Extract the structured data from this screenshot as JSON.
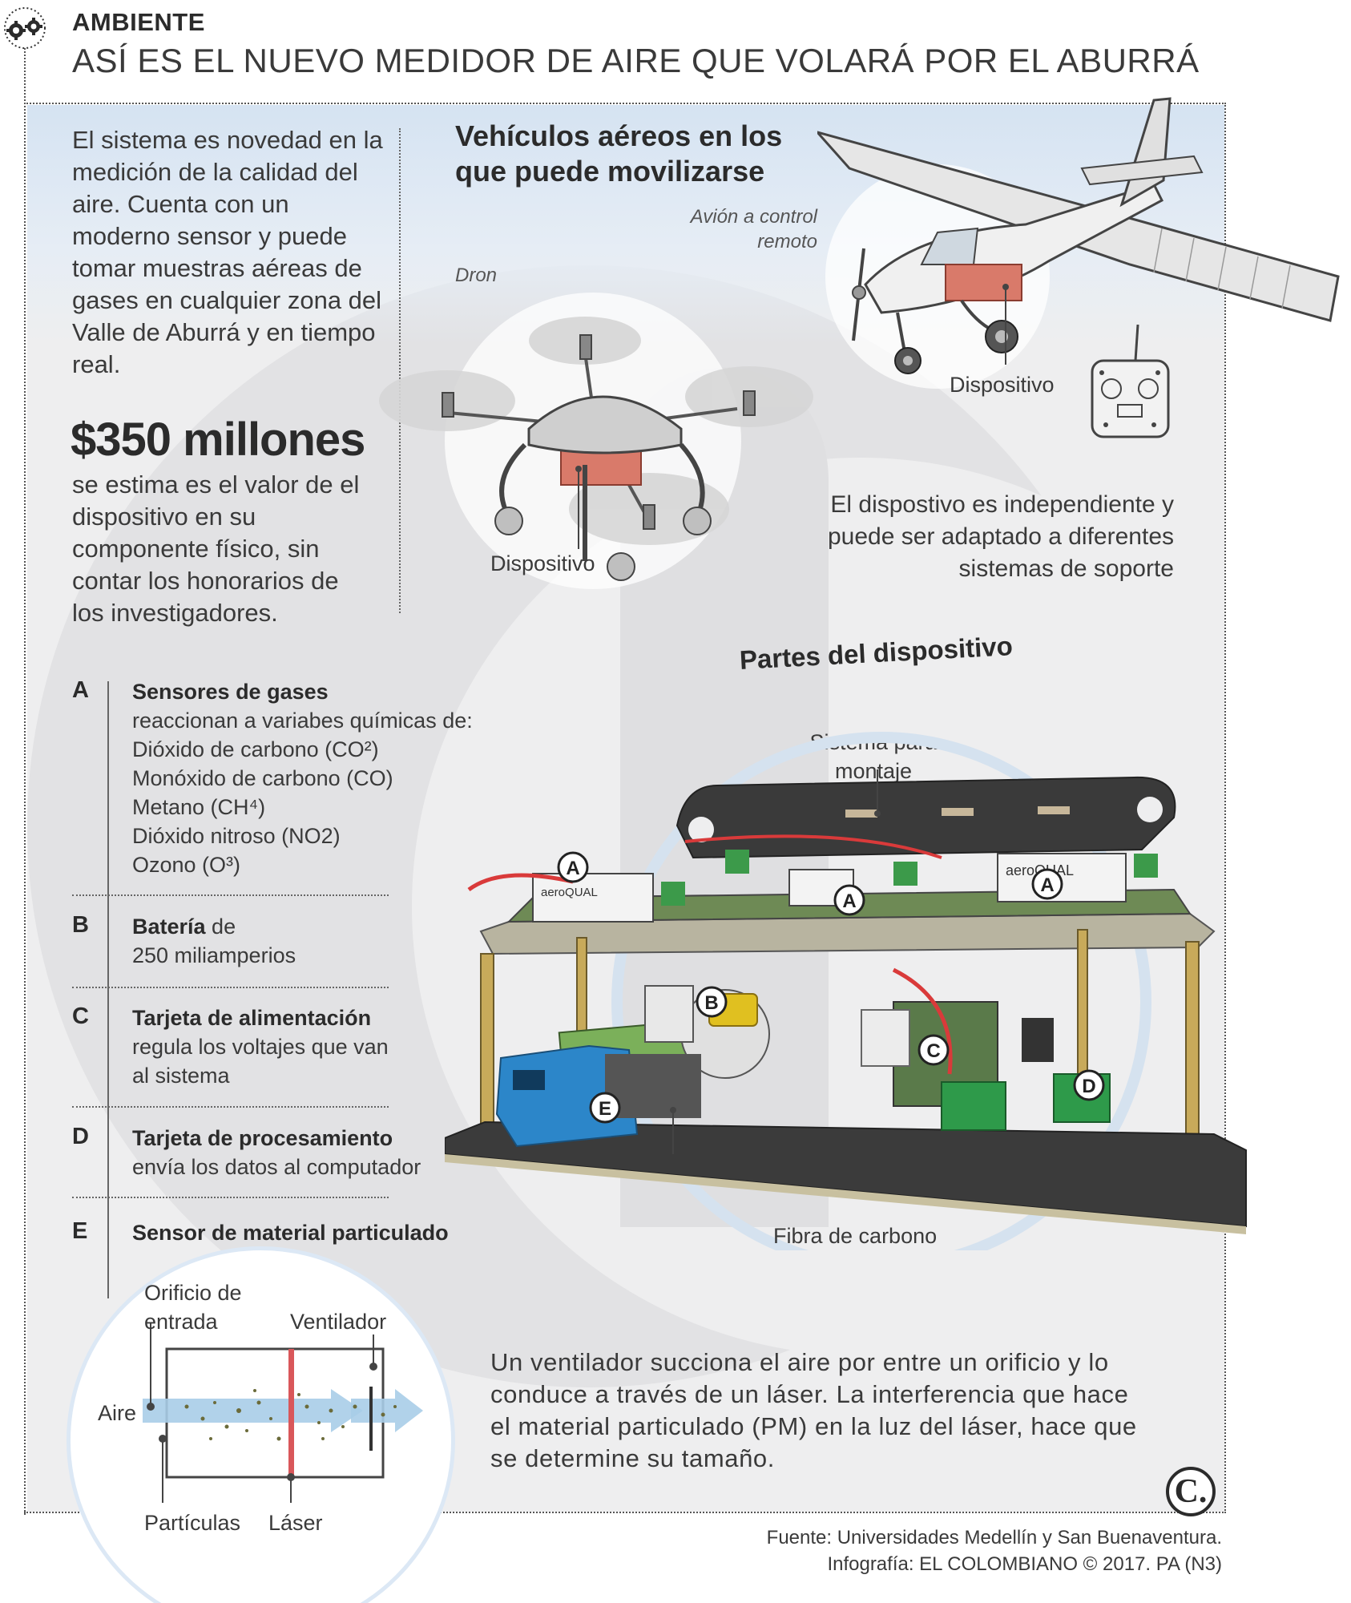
{
  "header": {
    "section": "AMBIENTE",
    "title": "ASÍ ES EL NUEVO MEDIDOR DE AIRE QUE VOLARÁ POR EL ABURRÁ"
  },
  "intro": {
    "text": "El sistema es novedad en la medición de la calidad del aire. Cuenta con un moderno sensor y puede tomar muestras aéreas de gases en cualquier zona del Valle de Aburrá y en tiempo real."
  },
  "cost": {
    "value": "$350 millones",
    "description": "se estima es el valor de el dispositivo en su componente físico, sin contar los honorarios de los investigadores."
  },
  "vehicles": {
    "title": "Vehículos aéreos en los que puede movilizarse",
    "plane_label": "Avión a control remoto",
    "drone_label": "Dron",
    "device_label_drone": "Dispositivo",
    "device_label_plane": "Dispositivo",
    "note": "El dispostivo es independiente y puede ser adaptado a diferentes sistemas de soporte"
  },
  "device": {
    "title": "Partes del dispositivo",
    "mount_label": "Sistema para montaje",
    "carbon_label": "Fibra de carbono",
    "brand": "aeroQUAL",
    "markers": [
      "A",
      "A",
      "A",
      "B",
      "C",
      "D",
      "E"
    ]
  },
  "parts": [
    {
      "letter": "A",
      "title": "Sensores de gases",
      "lines": [
        "reaccionan a variabes químicas de:",
        "Dióxido de carbono (CO²)",
        "Monóxido de carbono (CO)",
        "Metano (CH⁴)",
        "Dióxido nitroso (NO2)",
        "Ozono (O³)"
      ]
    },
    {
      "letter": "B",
      "title": "Batería",
      "title_suffix": " de",
      "lines": [
        "250 miliamperios"
      ]
    },
    {
      "letter": "C",
      "title": "Tarjeta de alimentación",
      "lines": [
        "regula los voltajes que van",
        "al sistema"
      ]
    },
    {
      "letter": "D",
      "title": "Tarjeta de procesamiento",
      "lines": [
        "envía los datos al computador"
      ]
    },
    {
      "letter": "E",
      "title": "Sensor de material particulado",
      "lines": []
    }
  ],
  "pm_diagram": {
    "inlet_label": "Orificio de entrada",
    "fan_label": "Ventilador",
    "air_label": "Aire",
    "particles_label": "Partículas",
    "laser_label": "Láser",
    "colors": {
      "arrow": "#a9cde8",
      "laser": "#d9575a",
      "particle": "#6b6b3a"
    }
  },
  "fan_text": "Un ventilador succiona el aire por entre un orificio y lo conduce a través de un láser. La interferencia que hace el material particulado (PM) en la luz del láser, hace que se determine su tamaño.",
  "footer": {
    "logo": "C.",
    "source": "Fuente: Universidades Medellín y San Buenaventura.",
    "credit": "Infografía: EL COLOMBIANO © 2017. PA (N3)"
  }
}
